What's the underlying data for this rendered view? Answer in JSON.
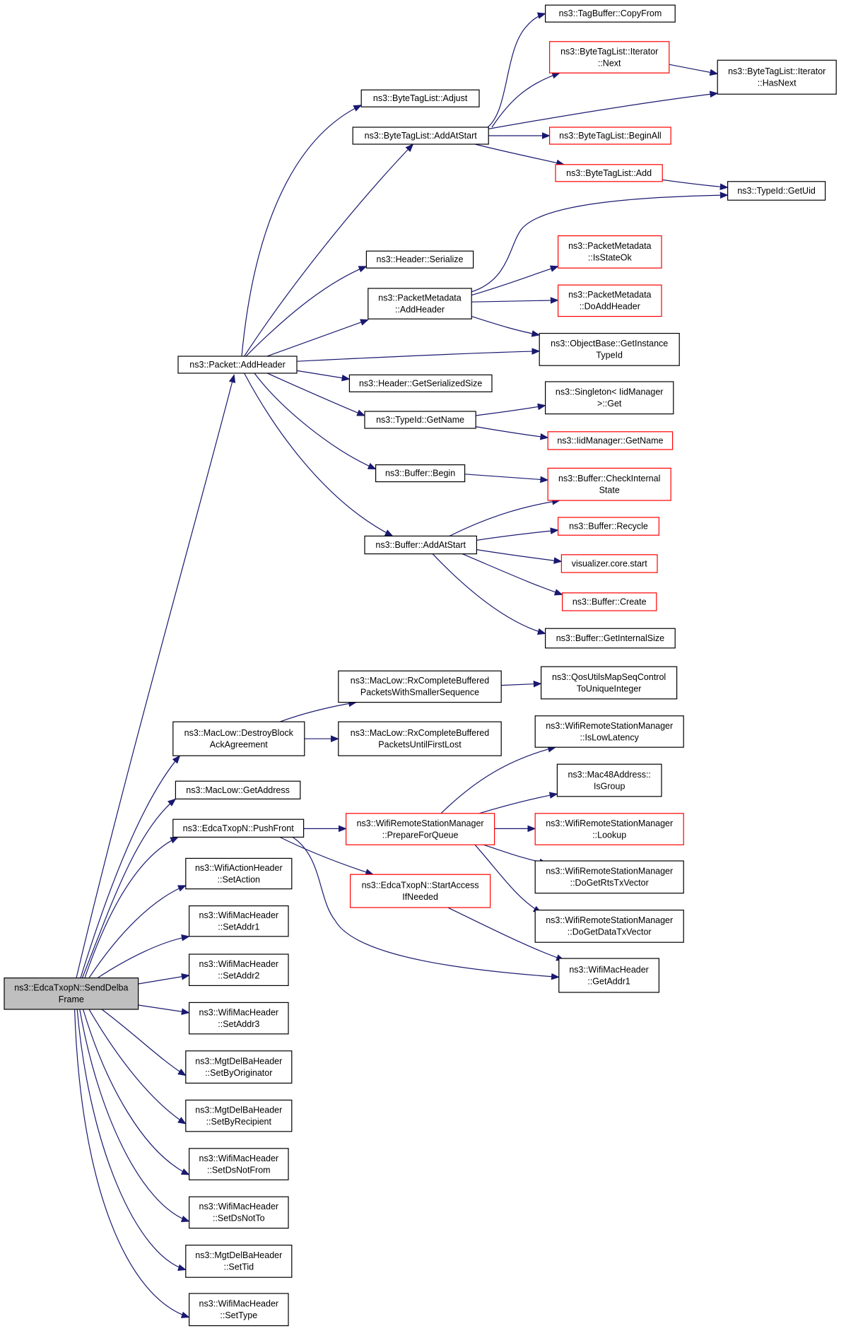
{
  "colors": {
    "edge": "#191970",
    "border_normal": "#000000",
    "border_truncated": "#ff0000",
    "fill_root": "#bfbfbf",
    "fill_normal": "#ffffff"
  },
  "nodes": [
    {
      "id": "root",
      "lines": [
        "ns3::EdcaTxopN::SendDelba",
        "Frame"
      ],
      "style": "root"
    },
    {
      "id": "packet_addheader",
      "lines": [
        "ns3::Packet::AddHeader"
      ],
      "style": "normal"
    },
    {
      "id": "btl_adjust",
      "lines": [
        "ns3::ByteTagList::Adjust"
      ],
      "style": "normal"
    },
    {
      "id": "btl_addatstart",
      "lines": [
        "ns3::ByteTagList::AddAtStart"
      ],
      "style": "normal"
    },
    {
      "id": "tagbuffer_copyfrom",
      "lines": [
        "ns3::TagBuffer::CopyFrom"
      ],
      "style": "normal"
    },
    {
      "id": "btl_iter_next",
      "lines": [
        "ns3::ByteTagList::Iterator",
        "::Next"
      ],
      "style": "truncated"
    },
    {
      "id": "btl_iter_hasnext",
      "lines": [
        "ns3::ByteTagList::Iterator",
        "::HasNext"
      ],
      "style": "normal"
    },
    {
      "id": "btl_beginall",
      "lines": [
        "ns3::ByteTagList::BeginAll"
      ],
      "style": "truncated"
    },
    {
      "id": "btl_add",
      "lines": [
        "ns3::ByteTagList::Add"
      ],
      "style": "truncated"
    },
    {
      "id": "typeid_getuid",
      "lines": [
        "ns3::TypeId::GetUid"
      ],
      "style": "normal"
    },
    {
      "id": "header_serialize",
      "lines": [
        "ns3::Header::Serialize"
      ],
      "style": "normal"
    },
    {
      "id": "pm_addheader",
      "lines": [
        "ns3::PacketMetadata",
        "::AddHeader"
      ],
      "style": "normal"
    },
    {
      "id": "pm_isstateok",
      "lines": [
        "ns3::PacketMetadata",
        "::IsStateOk"
      ],
      "style": "truncated"
    },
    {
      "id": "pm_doaddheader",
      "lines": [
        "ns3::PacketMetadata",
        "::DoAddHeader"
      ],
      "style": "truncated"
    },
    {
      "id": "objectbase_getinstancetypeid",
      "lines": [
        "ns3::ObjectBase::GetInstance",
        "TypeId"
      ],
      "style": "normal"
    },
    {
      "id": "header_getserializedsize",
      "lines": [
        "ns3::Header::GetSerializedSize"
      ],
      "style": "normal"
    },
    {
      "id": "typeid_getname",
      "lines": [
        "ns3::TypeId::GetName"
      ],
      "style": "normal"
    },
    {
      "id": "singleton_get",
      "lines": [
        "ns3::Singleton< IidManager",
        ">::Get"
      ],
      "style": "normal"
    },
    {
      "id": "iidmanager_getname",
      "lines": [
        "ns3::IidManager::GetName"
      ],
      "style": "truncated"
    },
    {
      "id": "buffer_begin",
      "lines": [
        "ns3::Buffer::Begin"
      ],
      "style": "normal"
    },
    {
      "id": "buffer_checkinternalstate",
      "lines": [
        "ns3::Buffer::CheckInternal",
        "State"
      ],
      "style": "truncated"
    },
    {
      "id": "buffer_addatstart",
      "lines": [
        "ns3::Buffer::AddAtStart"
      ],
      "style": "normal"
    },
    {
      "id": "buffer_recycle",
      "lines": [
        "ns3::Buffer::Recycle"
      ],
      "style": "truncated"
    },
    {
      "id": "visualizer_core_start",
      "lines": [
        "visualizer.core.start"
      ],
      "style": "truncated"
    },
    {
      "id": "buffer_create",
      "lines": [
        "ns3::Buffer::Create"
      ],
      "style": "truncated"
    },
    {
      "id": "buffer_getinternalsize",
      "lines": [
        "ns3::Buffer::GetInternalSize"
      ],
      "style": "normal"
    },
    {
      "id": "maclow_rxcbp_smaller",
      "lines": [
        "ns3::MacLow::RxCompleteBuffered",
        "PacketsWithSmallerSequence"
      ],
      "style": "normal"
    },
    {
      "id": "qosutils_mapseqcontrol",
      "lines": [
        "ns3::QosUtilsMapSeqControl",
        "ToUniqueInteger"
      ],
      "style": "normal"
    },
    {
      "id": "maclow_destroyblockack",
      "lines": [
        "ns3::MacLow::DestroyBlock",
        "AckAgreement"
      ],
      "style": "normal"
    },
    {
      "id": "maclow_rxcbp_untilfirstlost",
      "lines": [
        "ns3::MacLow::RxCompleteBuffered",
        "PacketsUntilFirstLost"
      ],
      "style": "normal"
    },
    {
      "id": "wrsm_islowlatency",
      "lines": [
        "ns3::WifiRemoteStationManager",
        "::IsLowLatency"
      ],
      "style": "normal"
    },
    {
      "id": "maclow_getaddress",
      "lines": [
        "ns3::MacLow::GetAddress"
      ],
      "style": "normal"
    },
    {
      "id": "mac48_isgroup",
      "lines": [
        "ns3::Mac48Address::",
        "IsGroup"
      ],
      "style": "normal"
    },
    {
      "id": "edca_pushfront",
      "lines": [
        "ns3::EdcaTxopN::PushFront"
      ],
      "style": "normal"
    },
    {
      "id": "wrsm_prepareforqueue",
      "lines": [
        "ns3::WifiRemoteStationManager",
        "::PrepareForQueue"
      ],
      "style": "truncated"
    },
    {
      "id": "wrsm_lookup",
      "lines": [
        "ns3::WifiRemoteStationManager",
        "::Lookup"
      ],
      "style": "truncated"
    },
    {
      "id": "wrsm_dogetrtstxvector",
      "lines": [
        "ns3::WifiRemoteStationManager",
        "::DoGetRtsTxVector"
      ],
      "style": "normal"
    },
    {
      "id": "wifiaction_setaction",
      "lines": [
        "ns3::WifiActionHeader",
        "::SetAction"
      ],
      "style": "normal"
    },
    {
      "id": "edca_startaccessifneeded",
      "lines": [
        "ns3::EdcaTxopN::StartAccess",
        "IfNeeded"
      ],
      "style": "truncated"
    },
    {
      "id": "wrsm_dogetdatatxvector",
      "lines": [
        "ns3::WifiRemoteStationManager",
        "::DoGetDataTxVector"
      ],
      "style": "normal"
    },
    {
      "id": "wmh_setaddr1",
      "lines": [
        "ns3::WifiMacHeader",
        "::SetAddr1"
      ],
      "style": "normal"
    },
    {
      "id": "wmh_getaddr1",
      "lines": [
        "ns3::WifiMacHeader",
        "::GetAddr1"
      ],
      "style": "normal"
    },
    {
      "id": "wmh_setaddr2",
      "lines": [
        "ns3::WifiMacHeader",
        "::SetAddr2"
      ],
      "style": "normal"
    },
    {
      "id": "wmh_setaddr3",
      "lines": [
        "ns3::WifiMacHeader",
        "::SetAddr3"
      ],
      "style": "normal"
    },
    {
      "id": "mgt_setbyoriginator",
      "lines": [
        "ns3::MgtDelBaHeader",
        "::SetByOriginator"
      ],
      "style": "normal"
    },
    {
      "id": "mgt_setbyrecipient",
      "lines": [
        "ns3::MgtDelBaHeader",
        "::SetByRecipient"
      ],
      "style": "normal"
    },
    {
      "id": "wmh_setdsnotfrom",
      "lines": [
        "ns3::WifiMacHeader",
        "::SetDsNotFrom"
      ],
      "style": "normal"
    },
    {
      "id": "wmh_setdsnotto",
      "lines": [
        "ns3::WifiMacHeader",
        "::SetDsNotTo"
      ],
      "style": "normal"
    },
    {
      "id": "mgt_settid",
      "lines": [
        "ns3::MgtDelBaHeader",
        "::SetTid"
      ],
      "style": "normal"
    },
    {
      "id": "wmh_settype",
      "lines": [
        "ns3::WifiMacHeader",
        "::SetType"
      ],
      "style": "normal"
    }
  ],
  "edges": [
    {
      "from": "root",
      "to": "packet_addheader"
    },
    {
      "from": "root",
      "to": "maclow_destroyblockack"
    },
    {
      "from": "root",
      "to": "maclow_getaddress"
    },
    {
      "from": "root",
      "to": "edca_pushfront"
    },
    {
      "from": "root",
      "to": "wifiaction_setaction"
    },
    {
      "from": "root",
      "to": "wmh_setaddr1"
    },
    {
      "from": "root",
      "to": "wmh_setaddr2"
    },
    {
      "from": "root",
      "to": "wmh_setaddr3"
    },
    {
      "from": "root",
      "to": "mgt_setbyoriginator"
    },
    {
      "from": "root",
      "to": "mgt_setbyrecipient"
    },
    {
      "from": "root",
      "to": "wmh_setdsnotfrom"
    },
    {
      "from": "root",
      "to": "wmh_setdsnotto"
    },
    {
      "from": "root",
      "to": "mgt_settid"
    },
    {
      "from": "root",
      "to": "wmh_settype"
    },
    {
      "from": "packet_addheader",
      "to": "btl_adjust"
    },
    {
      "from": "packet_addheader",
      "to": "btl_addatstart"
    },
    {
      "from": "packet_addheader",
      "to": "header_serialize"
    },
    {
      "from": "packet_addheader",
      "to": "pm_addheader"
    },
    {
      "from": "packet_addheader",
      "to": "objectbase_getinstancetypeid"
    },
    {
      "from": "packet_addheader",
      "to": "header_getserializedsize"
    },
    {
      "from": "packet_addheader",
      "to": "typeid_getname"
    },
    {
      "from": "packet_addheader",
      "to": "buffer_begin"
    },
    {
      "from": "packet_addheader",
      "to": "buffer_addatstart"
    },
    {
      "from": "btl_addatstart",
      "to": "tagbuffer_copyfrom"
    },
    {
      "from": "btl_addatstart",
      "to": "btl_iter_next"
    },
    {
      "from": "btl_addatstart",
      "to": "btl_iter_hasnext"
    },
    {
      "from": "btl_addatstart",
      "to": "btl_beginall"
    },
    {
      "from": "btl_addatstart",
      "to": "btl_add"
    },
    {
      "from": "btl_iter_next",
      "to": "btl_iter_hasnext"
    },
    {
      "from": "btl_add",
      "to": "typeid_getuid"
    },
    {
      "from": "pm_addheader",
      "to": "typeid_getuid"
    },
    {
      "from": "pm_addheader",
      "to": "pm_isstateok"
    },
    {
      "from": "pm_addheader",
      "to": "pm_doaddheader"
    },
    {
      "from": "pm_addheader",
      "to": "objectbase_getinstancetypeid"
    },
    {
      "from": "typeid_getname",
      "to": "singleton_get"
    },
    {
      "from": "typeid_getname",
      "to": "iidmanager_getname"
    },
    {
      "from": "buffer_begin",
      "to": "buffer_checkinternalstate"
    },
    {
      "from": "buffer_addatstart",
      "to": "buffer_checkinternalstate"
    },
    {
      "from": "buffer_addatstart",
      "to": "buffer_recycle"
    },
    {
      "from": "buffer_addatstart",
      "to": "visualizer_core_start"
    },
    {
      "from": "buffer_addatstart",
      "to": "buffer_create"
    },
    {
      "from": "buffer_addatstart",
      "to": "buffer_getinternalsize"
    },
    {
      "from": "maclow_destroyblockack",
      "to": "maclow_rxcbp_smaller"
    },
    {
      "from": "maclow_destroyblockack",
      "to": "maclow_rxcbp_untilfirstlost"
    },
    {
      "from": "maclow_rxcbp_smaller",
      "to": "qosutils_mapseqcontrol"
    },
    {
      "from": "edca_pushfront",
      "to": "wrsm_prepareforqueue"
    },
    {
      "from": "edca_pushfront",
      "to": "edca_startaccessifneeded"
    },
    {
      "from": "edca_pushfront",
      "to": "wmh_getaddr1"
    },
    {
      "from": "wrsm_prepareforqueue",
      "to": "wrsm_islowlatency"
    },
    {
      "from": "wrsm_prepareforqueue",
      "to": "mac48_isgroup"
    },
    {
      "from": "wrsm_prepareforqueue",
      "to": "wrsm_lookup"
    },
    {
      "from": "wrsm_prepareforqueue",
      "to": "wrsm_dogetrtstxvector"
    },
    {
      "from": "wrsm_prepareforqueue",
      "to": "wrsm_dogetdatatxvector"
    },
    {
      "from": "edca_startaccessifneeded",
      "to": "wmh_getaddr1"
    }
  ]
}
